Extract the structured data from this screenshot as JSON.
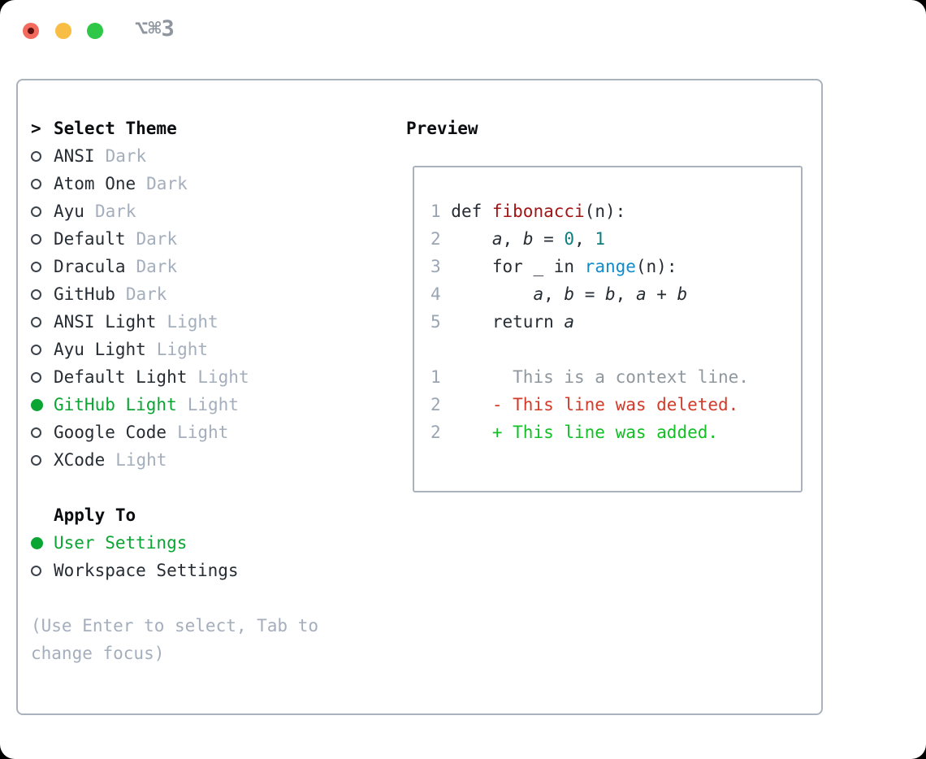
{
  "window": {
    "title": "⌥⌘3",
    "traffic_lights": [
      {
        "name": "close",
        "color": "#f36b5f",
        "dot_color": "#5c1010"
      },
      {
        "name": "minimize",
        "color": "#f7bd45"
      },
      {
        "name": "maximize",
        "color": "#2fc748"
      }
    ]
  },
  "theme_selector": {
    "cursor": ">",
    "title": "Select Theme",
    "items": [
      {
        "name": "ANSI",
        "tag": "Dark",
        "selected": false
      },
      {
        "name": "Atom One",
        "tag": "Dark",
        "selected": false
      },
      {
        "name": "Ayu",
        "tag": "Dark",
        "selected": false
      },
      {
        "name": "Default",
        "tag": "Dark",
        "selected": false
      },
      {
        "name": "Dracula",
        "tag": "Dark",
        "selected": false
      },
      {
        "name": "GitHub",
        "tag": "Dark",
        "selected": false
      },
      {
        "name": "ANSI Light",
        "tag": "Light",
        "selected": false
      },
      {
        "name": "Ayu Light",
        "tag": "Light",
        "selected": false
      },
      {
        "name": "Default Light",
        "tag": "Light",
        "selected": false
      },
      {
        "name": "GitHub Light",
        "tag": "Light",
        "selected": true
      },
      {
        "name": "Google Code",
        "tag": "Light",
        "selected": false
      },
      {
        "name": "XCode",
        "tag": "Light",
        "selected": false
      }
    ]
  },
  "apply_to": {
    "title": "Apply To",
    "items": [
      {
        "name": "User Settings",
        "selected": true
      },
      {
        "name": "Workspace Settings",
        "selected": false
      }
    ]
  },
  "hint_lines": [
    "(Use Enter to select, Tab to",
    "change focus)"
  ],
  "preview": {
    "title": "Preview",
    "lines": [
      {
        "segments": [
          [
            "ln",
            "1 "
          ],
          [
            "plain",
            "def "
          ],
          [
            "func",
            "fibonacci"
          ],
          [
            "plain",
            "(n):"
          ]
        ]
      },
      {
        "segments": [
          [
            "ln",
            "2 "
          ],
          [
            "plain",
            "    "
          ],
          [
            "var",
            "a"
          ],
          [
            "plain",
            ", "
          ],
          [
            "var",
            "b"
          ],
          [
            "plain",
            " = "
          ],
          [
            "lit",
            "0"
          ],
          [
            "plain",
            ", "
          ],
          [
            "lit",
            "1"
          ]
        ]
      },
      {
        "segments": [
          [
            "ln",
            "3 "
          ],
          [
            "plain",
            "    for _ in "
          ],
          [
            "builtin",
            "range"
          ],
          [
            "plain",
            "(n):"
          ]
        ]
      },
      {
        "segments": [
          [
            "ln",
            "4 "
          ],
          [
            "plain",
            "        "
          ],
          [
            "var",
            "a"
          ],
          [
            "plain",
            ", "
          ],
          [
            "var",
            "b"
          ],
          [
            "plain",
            " = "
          ],
          [
            "var",
            "b"
          ],
          [
            "plain",
            ", "
          ],
          [
            "var",
            "a"
          ],
          [
            "plain",
            " + "
          ],
          [
            "var",
            "b"
          ]
        ]
      },
      {
        "segments": [
          [
            "ln",
            "5 "
          ],
          [
            "plain",
            "    return "
          ],
          [
            "var",
            "a"
          ]
        ]
      },
      {
        "segments": []
      },
      {
        "segments": [
          [
            "ln",
            "1 "
          ],
          [
            "ctx",
            "      This is a context line."
          ]
        ]
      },
      {
        "segments": [
          [
            "ln",
            "2 "
          ],
          [
            "plain",
            "    "
          ],
          [
            "del",
            "- This line was deleted."
          ]
        ]
      },
      {
        "segments": [
          [
            "ln",
            "2 "
          ],
          [
            "plain",
            "    "
          ],
          [
            "add",
            "+ This line was added."
          ]
        ]
      }
    ]
  },
  "colors": {
    "accent-green": "#0aa532",
    "diff-added": "#12c025",
    "diff-deleted": "#d23b2a",
    "diff-context": "#8f979f",
    "syntax-function": "#a31515",
    "syntax-number": "#0b7e80",
    "syntax-builtin": "#118bc9",
    "line-number": "#9aa5b3",
    "muted-gray": "#a4aebc",
    "panel-border": "#aab2bd",
    "traffic-red": "#f36b5f",
    "traffic-red-dot": "#5c1010",
    "traffic-yellow": "#f7bd45",
    "traffic-green": "#2fc748",
    "title-gray": "#8e959e"
  }
}
